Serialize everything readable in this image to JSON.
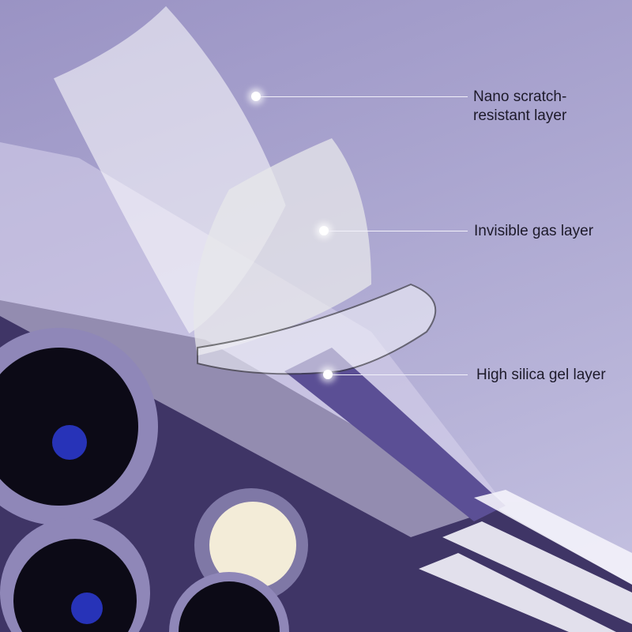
{
  "callouts": [
    {
      "label_line1": "Nano scratch-",
      "label_line2": "resistant layer"
    },
    {
      "label": "Invisible gas layer"
    },
    {
      "label": "High silica gel layer"
    }
  ],
  "colors": {
    "background": "#a9a3cf",
    "phone_body": "#4a3f7a",
    "label_text": "#1d1a2a"
  }
}
